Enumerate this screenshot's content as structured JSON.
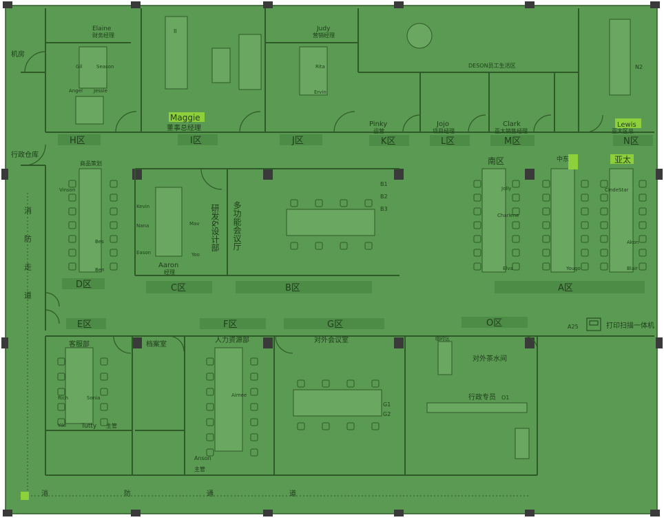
{
  "colors": {
    "floor": "#5a9a52",
    "line": "#2d5a27",
    "darkblock": "#3a3a3a",
    "highlight": "#8ecf3c",
    "text": "#1f3d1b"
  },
  "zones": [
    {
      "id": "H",
      "label": "H区"
    },
    {
      "id": "I",
      "label": "I区"
    },
    {
      "id": "J",
      "label": "J区"
    },
    {
      "id": "K",
      "label": "K区"
    },
    {
      "id": "L",
      "label": "L区"
    },
    {
      "id": "M",
      "label": "M区"
    },
    {
      "id": "N",
      "label": "N区"
    },
    {
      "id": "D",
      "label": "D区"
    },
    {
      "id": "C",
      "label": "C区"
    },
    {
      "id": "B",
      "label": "B区"
    },
    {
      "id": "A",
      "label": "A区"
    },
    {
      "id": "E",
      "label": "E区"
    },
    {
      "id": "F",
      "label": "F区"
    },
    {
      "id": "G",
      "label": "G区"
    },
    {
      "id": "O",
      "label": "O区"
    }
  ],
  "rooms": {
    "server": "机房",
    "admin_store": "行政仓库",
    "deson": "DESON员工生活区",
    "rnd": "研发&设计部",
    "multi": "多功能会议厅",
    "cs": "客服部",
    "archive": "档案室",
    "hr": "人力资源部",
    "ext_meeting": "对外会议室",
    "tea": "对外茶水间",
    "admin_desk": "行政专员",
    "printer": "打印扫描一体机",
    "fire_v": "消防走道",
    "fire_h": "消防通道",
    "south": "南区",
    "middle_east": "中东",
    "apac": "亚太"
  },
  "people": {
    "maggie": {
      "name": "Maggie",
      "title": "董事总经理"
    },
    "lewis": {
      "name": "Lewis",
      "title": "亚太区总"
    },
    "elaine": {
      "name": "Elaine",
      "title": "财务经理"
    },
    "judy": {
      "name": "Judy",
      "title": "营销经理"
    },
    "pinky": {
      "name": "Pinky",
      "title": "运营"
    },
    "jojo": {
      "name": "Jojo",
      "title": "项目经理"
    },
    "clark": {
      "name": "Clark",
      "title": "亚太销售经理"
    },
    "aaron": {
      "name": "Aaron",
      "title": "经理"
    },
    "tutty": {
      "name": "Tutty",
      "title": "主管"
    },
    "anson": {
      "name": "Anson",
      "title": "主管"
    }
  },
  "seat_names": [
    "Gil",
    "Season",
    "Angel",
    "Jessie",
    "Vinson",
    "Kevin",
    "Nana",
    "Eason",
    "Mav",
    "Yoo",
    "Rich",
    "Sonia",
    "Yiki",
    "Aimee",
    "Jolly",
    "Charlene",
    "Elva",
    "Yougo",
    "CindeStar",
    "Akon",
    "Blair",
    "Rita",
    "Ervin",
    "Bes",
    "Ben"
  ],
  "markers": [
    "B1",
    "B2",
    "B3",
    "G1",
    "G2",
    "O1",
    "A25",
    "N2",
    "II",
    "商品策划",
    "临时区"
  ]
}
